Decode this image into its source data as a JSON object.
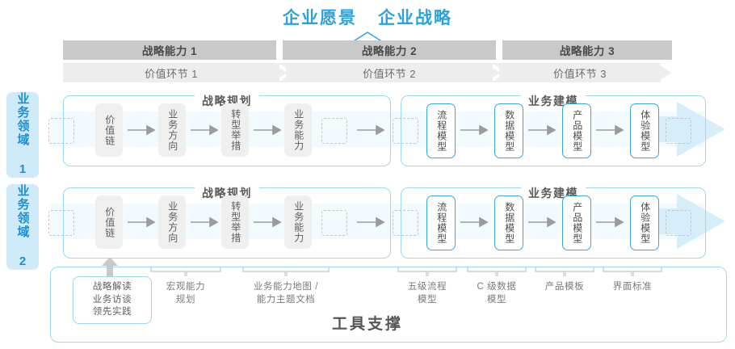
{
  "header": {
    "titles": [
      "企业愿景",
      "企业战略"
    ],
    "accent_color": "#29A3E0"
  },
  "capability_band": {
    "cells": [
      {
        "label": "战略能力 1"
      },
      {
        "label": "战略能力 2"
      },
      {
        "label": "战略能力 3"
      }
    ],
    "background": "#C9C9C9"
  },
  "value_chain_band": {
    "cells": [
      {
        "label": "价值环节 1"
      },
      {
        "label": "价值环节 2"
      },
      {
        "label": "价值环节 3"
      }
    ],
    "background": "#EDEDED"
  },
  "side_labels": [
    {
      "label": "业务领域 1"
    },
    {
      "label": "业务领域 2"
    }
  ],
  "sections": [
    {
      "title": "战略规划"
    },
    {
      "title": "业务建模"
    }
  ],
  "planning_nodes": [
    {
      "label": "价值链"
    },
    {
      "label": "业务方向"
    },
    {
      "label": "转型举措"
    },
    {
      "label": "业务能力"
    }
  ],
  "modeling_nodes": [
    {
      "label": "流程模型"
    },
    {
      "label": "数据模型"
    },
    {
      "label": "产品模型"
    },
    {
      "label": "体验模型"
    }
  ],
  "bottom_labels": [
    {
      "label": "战略解读\n业务访谈\n领先实践",
      "boxed": true
    },
    {
      "label": "宏观能力\n规划",
      "boxed": false
    },
    {
      "label": "业务能力地图 /\n能力主题文档",
      "boxed": false
    },
    {
      "label": "五级流程\n模型",
      "boxed": false
    },
    {
      "label": "C 级数据\n模型",
      "boxed": false
    },
    {
      "label": "产品模板",
      "boxed": false
    },
    {
      "label": "界面标准",
      "boxed": false
    }
  ],
  "footer": {
    "title": "工具支撑"
  }
}
